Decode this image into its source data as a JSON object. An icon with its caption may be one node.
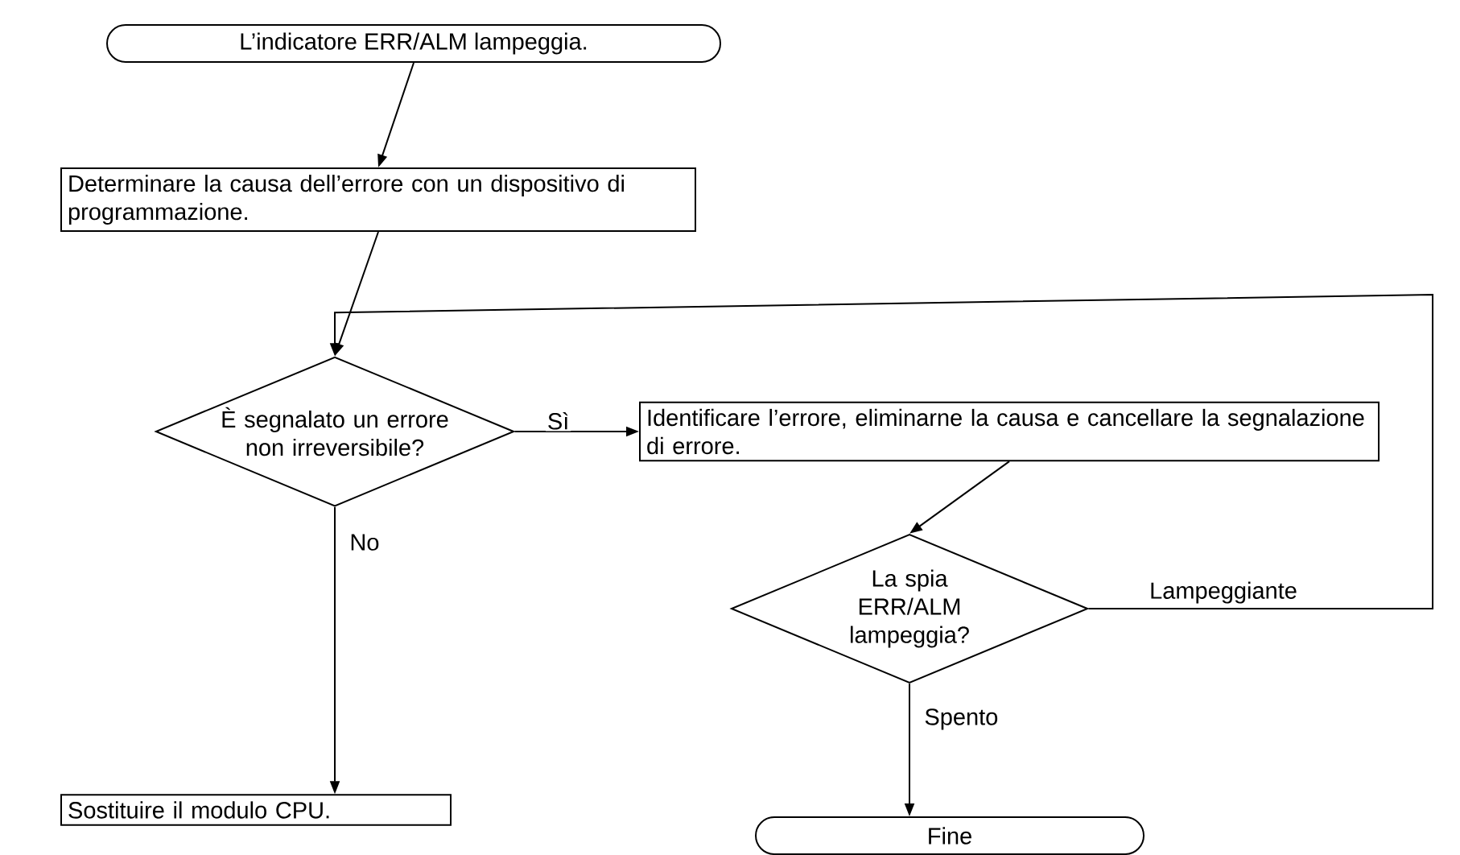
{
  "diagram": {
    "nodes": [
      {
        "text": [
          "L’indicatore ERR/ALM lampeggia."
        ]
      },
      {
        "text": [
          "Determinare la causa dell’errore con un dispositivo di programmazione."
        ]
      },
      {
        "text": [
          "È segnalato un errore non irreversibile?"
        ]
      },
      {
        "text": [
          "Identificare l’errore, eliminarne la causa e cancellare la segnalazione di errore."
        ]
      },
      {
        "text": [
          "La spia ERR/ALM lampeggia?"
        ]
      },
      {
        "text": [
          "Sostituire il modulo CPU."
        ]
      },
      {
        "text": [
          "Fine"
        ]
      }
    ],
    "edges": [
      {
        "from": 0,
        "to": 1,
        "arrow": "to"
      },
      {
        "from": 1,
        "to": 2,
        "arrow": "to"
      },
      {
        "from": 2,
        "to": 3,
        "arrow": "to",
        "label": "Sì"
      },
      {
        "from": 2,
        "to": 5,
        "arrow": "to",
        "label": "No"
      },
      {
        "from": 3,
        "to": 4,
        "arrow": "to"
      },
      {
        "from": 4,
        "to": 6,
        "arrow": "to",
        "label": "Spento"
      },
      {
        "from": 4,
        "to": 2,
        "arrow": "to",
        "label": "Lampeggiante"
      }
    ]
  }
}
